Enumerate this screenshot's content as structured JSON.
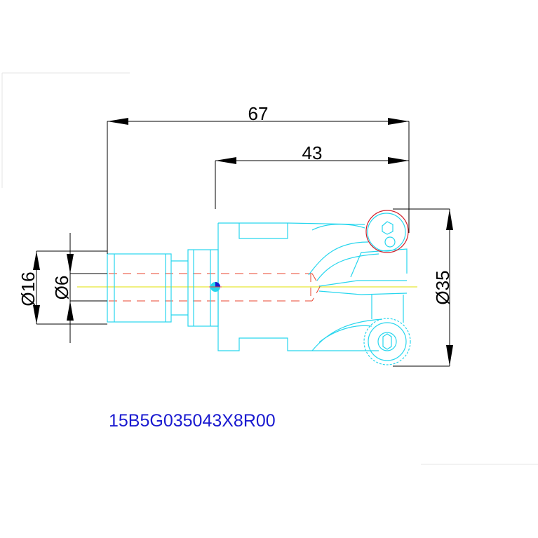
{
  "drawing": {
    "dimensions": {
      "overall_length": "67",
      "head_length": "43",
      "outer_diameter": "Ø35",
      "shank_diameter": "Ø16",
      "bore_diameter": "Ø6"
    },
    "part_code": "15B5G035043X8R00"
  },
  "colors": {
    "outline": "#27d6ee",
    "dimension": "#000000",
    "hidden_line": "#e8442f",
    "center_line": "#e0e000",
    "code_text": "#1a1ad0",
    "highlight_circle": "#d21f2a"
  }
}
